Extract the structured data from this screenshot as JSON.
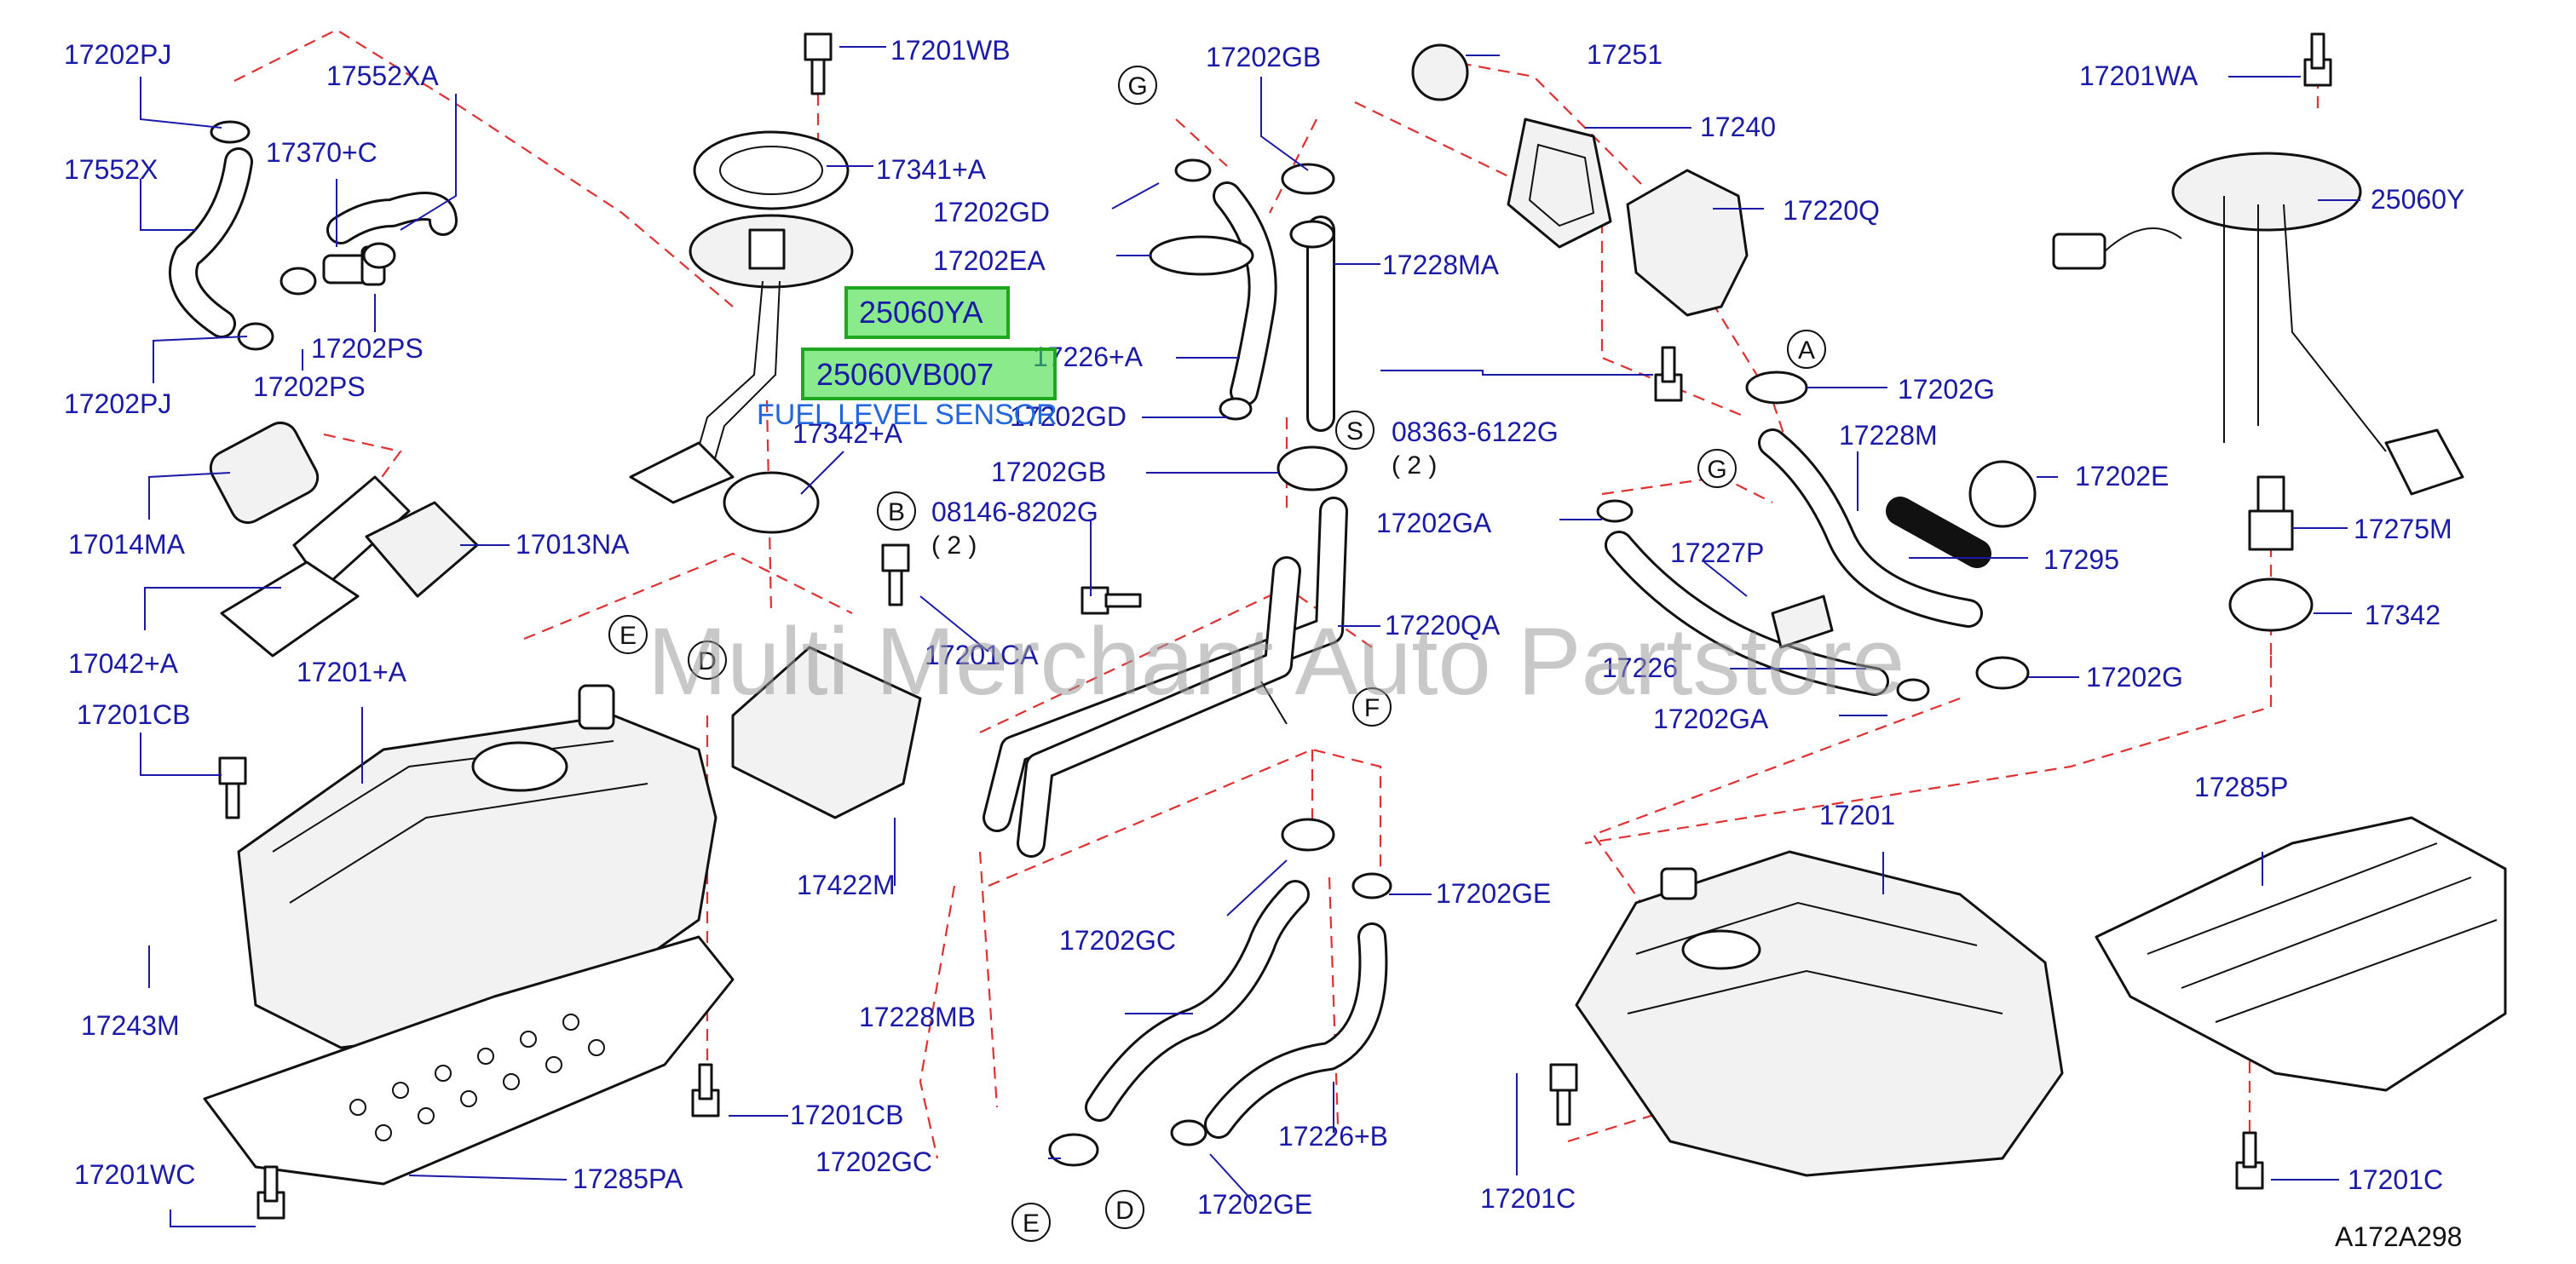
{
  "parts": {
    "p17202PJ_a": "17202PJ",
    "p17552XA": "17552XA",
    "p17552X": "17552X",
    "p17370C": "17370+C",
    "p17202PS_a": "17202PS",
    "p17202PJ_b": "17202PJ",
    "p17202PS_b": "17202PS",
    "p17014MA": "17014MA",
    "p17013NA": "17013NA",
    "p17042A": "17042+A",
    "p17201A": "17201+A",
    "p17201CB_a": "17201CB",
    "p17243M": "17243M",
    "p17201WC": "17201WC",
    "p17285PA": "17285PA",
    "p17201CB_b": "17201CB",
    "p17201WB": "17201WB",
    "p17341A": "17341+A",
    "p17342A": "17342+A",
    "p08146": "08146-8202G",
    "p17201CA": "17201CA",
    "p17422M": "17422M",
    "p17202GB_a": "17202GB",
    "p17202GD_a": "17202GD",
    "p17202EA": "17202EA",
    "p17228MA": "17228MA",
    "p17226A": "17226+A",
    "p17202GD_b": "17202GD",
    "p17202GB_b": "17202GB",
    "p17220QA": "17220QA",
    "p17202GC_a": "17202GC",
    "p17228MB": "17228MB",
    "p17202GC_b": "17202GC",
    "p17202GE_a": "17202GE",
    "p17202GE_b": "17202GE",
    "p17226B": "17226+B",
    "p17251": "17251",
    "p17240": "17240",
    "p17220Q": "17220Q",
    "p17202G_a": "17202G",
    "p08363": "08363-6122G",
    "p17202GA_a": "17202GA",
    "p17228M": "17228M",
    "p17202E": "17202E",
    "p17227P": "17227P",
    "p17295": "17295",
    "p17226": "17226",
    "p17202G_b": "17202G",
    "p17202GA_b": "17202GA",
    "p17201": "17201",
    "p17201C_a": "17201C",
    "p17201WA": "17201WA",
    "p25060Y": "25060Y",
    "p17275M": "17275M",
    "p17342": "17342",
    "p17285P": "17285P",
    "p17201C_b": "17201C"
  },
  "highlight": {
    "primary": "25060YA",
    "secondary": "25060VB007",
    "description": "FUEL LEVEL SENSOR"
  },
  "callouts": {
    "G": "G",
    "S": "S",
    "B": "B",
    "A": "A",
    "D": "D",
    "E": "E",
    "F": "F"
  },
  "counts": {
    "s_qty": "( 2 )",
    "b_qty": "( 2 )"
  },
  "watermark": "Multi Merchant Auto Partstore",
  "diagram_ref": "A172A298",
  "colors": {
    "label": "#1a1aa8",
    "dashed_leader": "#e03030",
    "highlight": "#3ddc3d",
    "sensor_text": "#2266dd"
  }
}
